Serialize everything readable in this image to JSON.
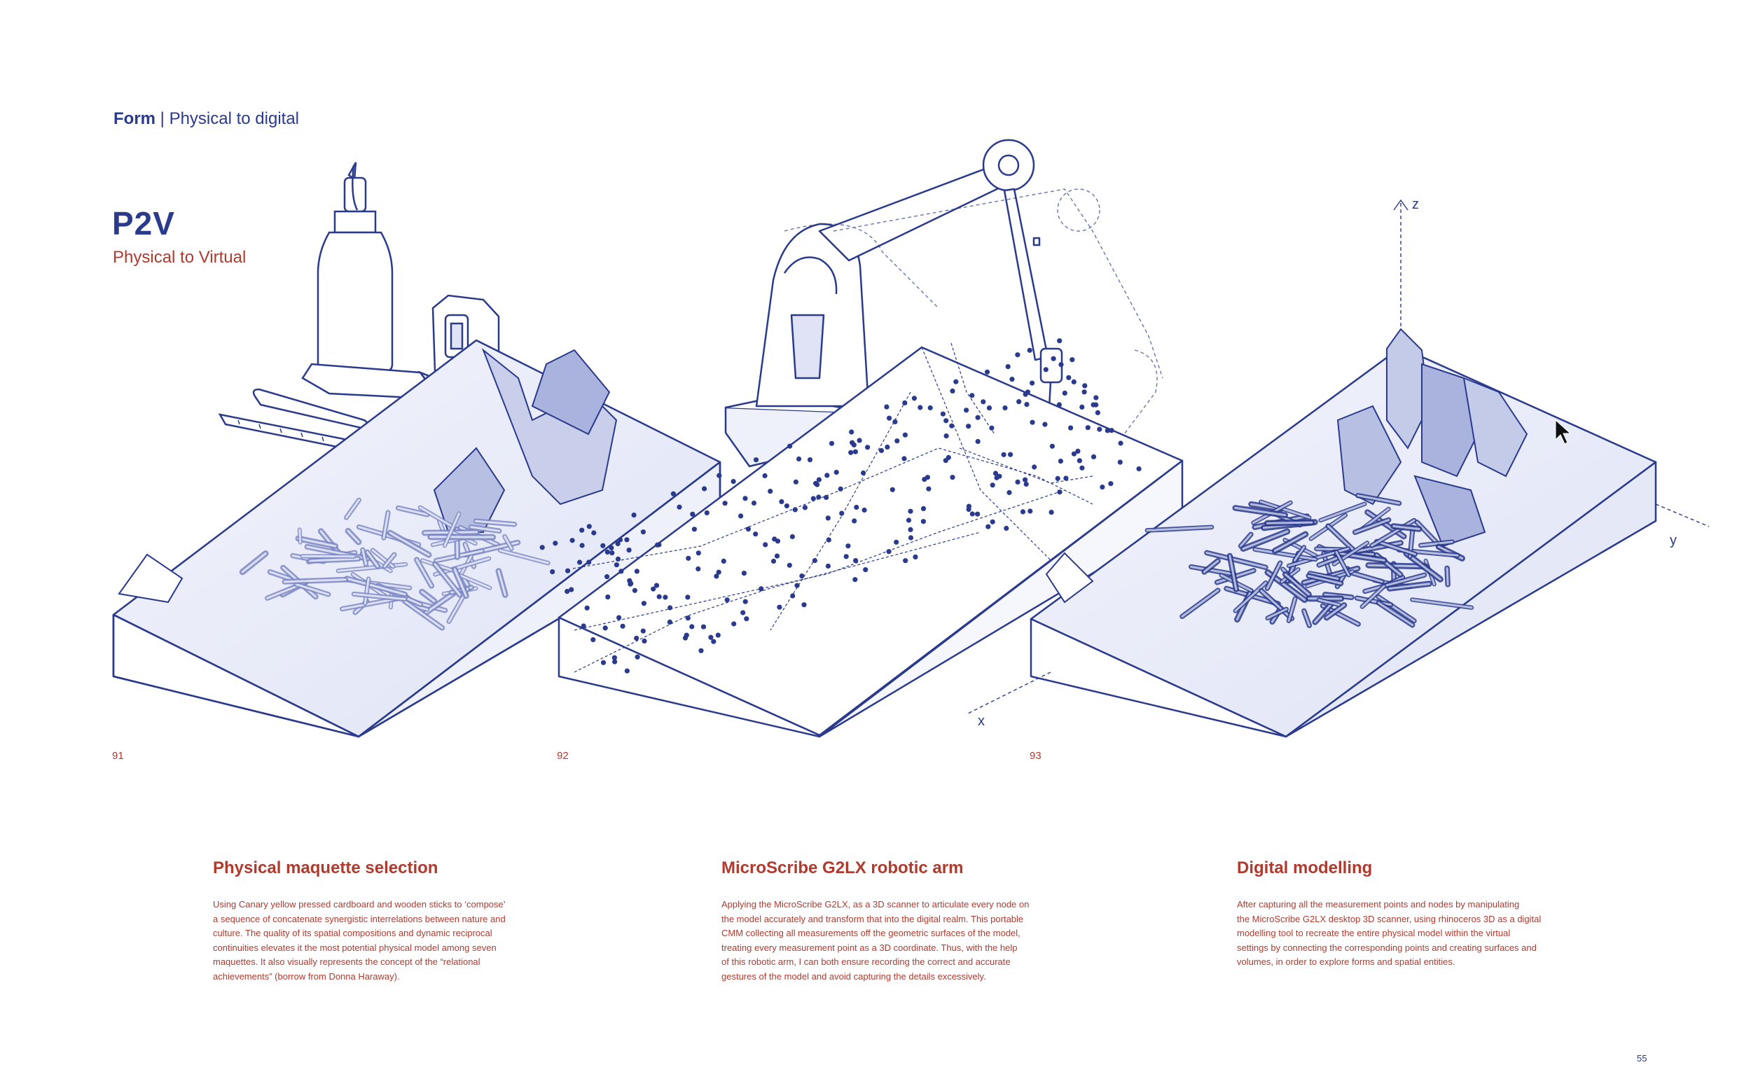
{
  "header": {
    "section": "Form",
    "separator": "|",
    "subtitle": "Physical to digital"
  },
  "intro": {
    "title": "P2V",
    "subtitle": "Physical to Virtual"
  },
  "figures": [
    {
      "number": "91"
    },
    {
      "number": "92"
    },
    {
      "number": "93"
    }
  ],
  "axes": {
    "z": "z",
    "y": "y",
    "x": "x"
  },
  "columns": [
    {
      "title": "Physical maquette selection",
      "lines": [
        "Using Canary yellow pressed cardboard and wooden sticks to ‘compose’",
        "a sequence of concatenate synergistic interrelations between nature and",
        "culture. The quality of its spatial compositions and dynamic reciprocal",
        "continuities elevates it the most potential physical model among seven",
        "maquettes. It also visually represents the concept of the “relational",
        "achievements” (borrow from Donna Haraway)."
      ]
    },
    {
      "title": "MicroScribe G2LX robotic arm",
      "lines": [
        "Applying the MicroScribe G2LX, as a 3D scanner to articulate every node on",
        "the model accurately and transform that into the digital realm. This portable",
        "CMM collecting all measurements off the geometric surfaces of the model,",
        "treating every measurement point as a 3D coordinate. Thus, with the help",
        "of this robotic arm, I can both ensure recording the correct and accurate",
        "gestures of the model and avoid capturing the details excessively."
      ]
    },
    {
      "title": "Digital modelling",
      "lines": [
        "After capturing all the measurement points and nodes by manipulating",
        "the MicroScribe G2LX desktop 3D scanner, using rhinoceros 3D as a digital",
        "modelling tool to recreate the entire physical model within the virtual",
        "settings by connecting the corresponding points and creating surfaces and",
        "volumes, in order to explore forms and spatial entities."
      ]
    }
  ],
  "page_number": "55",
  "colors": {
    "blue": "#2a3a8c",
    "red": "#b03a2e",
    "tint": "#e9ecf8"
  },
  "icons": [
    "glue-bottle-icon",
    "tape-measure-icon",
    "utility-knife-icon",
    "marker-pen-icon",
    "ruler-icon",
    "robotic-arm-icon",
    "cursor-icon"
  ]
}
